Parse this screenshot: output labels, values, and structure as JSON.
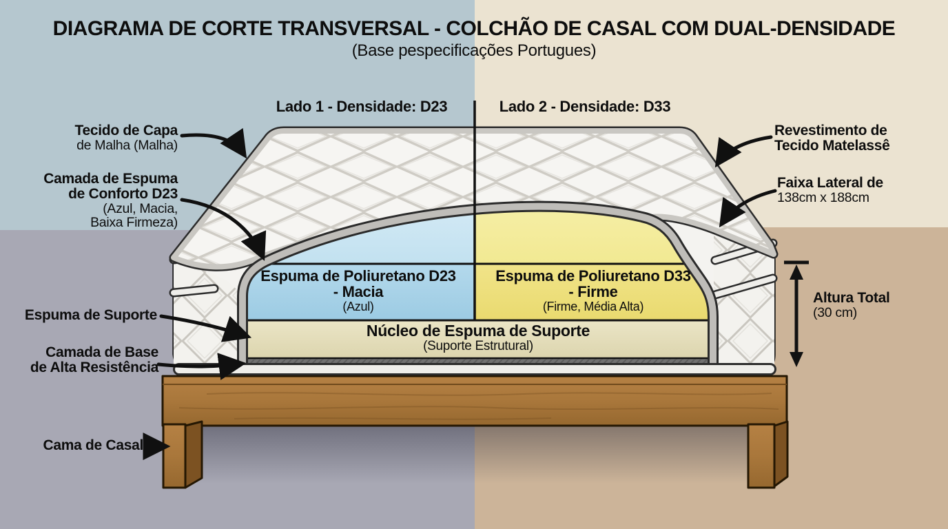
{
  "title": "DIAGRAMA DE CORTE TRANSVERSAL - COLCHÃO DE CASAL COM DUAL-DENSIDADE",
  "subtitle": "(Base pespecificações Portugues)",
  "side_headers": {
    "lado1": "Lado 1 - Densidade: D23",
    "lado2": "Lado 2 - Densidade: D33"
  },
  "callouts": {
    "tecido_capa": {
      "line1": "Tecido de Capa",
      "line2": "de Malha (Malha)"
    },
    "camada_espuma": {
      "line1": "Camada de Espuma",
      "line2": "de Conforto D23",
      "line3": "(Azul, Macia,",
      "line4": "Baixa Firmeza)"
    },
    "espuma_suporte": {
      "line1": "Espuma de Suporte"
    },
    "camada_base": {
      "line1": "Camada de Base",
      "line2": "de Alta Resistência"
    },
    "cama_casal": {
      "line1": "Cama de Casal"
    },
    "revestimento": {
      "line1": "Revestimento de",
      "line2": "Tecido Matelassê"
    },
    "faixa_lateral": {
      "line1": "Faixa Lateral de",
      "line2": "138cm x 188cm"
    },
    "altura_total": {
      "line1": "Altura Total",
      "line2": "(30 cm)"
    }
  },
  "mattress_layers": {
    "d23": {
      "line1": "Espuma de Poliuretano D23",
      "line2": "- Macia",
      "line3": "(Azul)"
    },
    "d33": {
      "line1": "Espuma de Poliuretano D33",
      "line2": "- Firme",
      "line3": "(Firme, Média Alta)"
    },
    "nucleo": {
      "line1": "Núcleo de Espuma de Suporte",
      "line2": "(Suporte Estrutural)"
    }
  },
  "colors": {
    "bg_top_left": "#b5c7cf",
    "bg_top_right": "#ebe3d1",
    "bg_bottom_left": "#a8a8b4",
    "bg_bottom_right": "#ccb499",
    "foam_d23": "#abd4ea",
    "foam_d23_light": "#cfe7f3",
    "foam_d33": "#efe080",
    "foam_d33_light": "#f4eda2",
    "foam_nucleo": "#e7e1c1",
    "base_layer": "#6f6f6f",
    "mattress_fabric": "#f4f3f0",
    "tape_gray": "#bfbdb9",
    "wood": "#a9773b",
    "wood_dark": "#7c5222",
    "outline": "#1c1c1c"
  }
}
